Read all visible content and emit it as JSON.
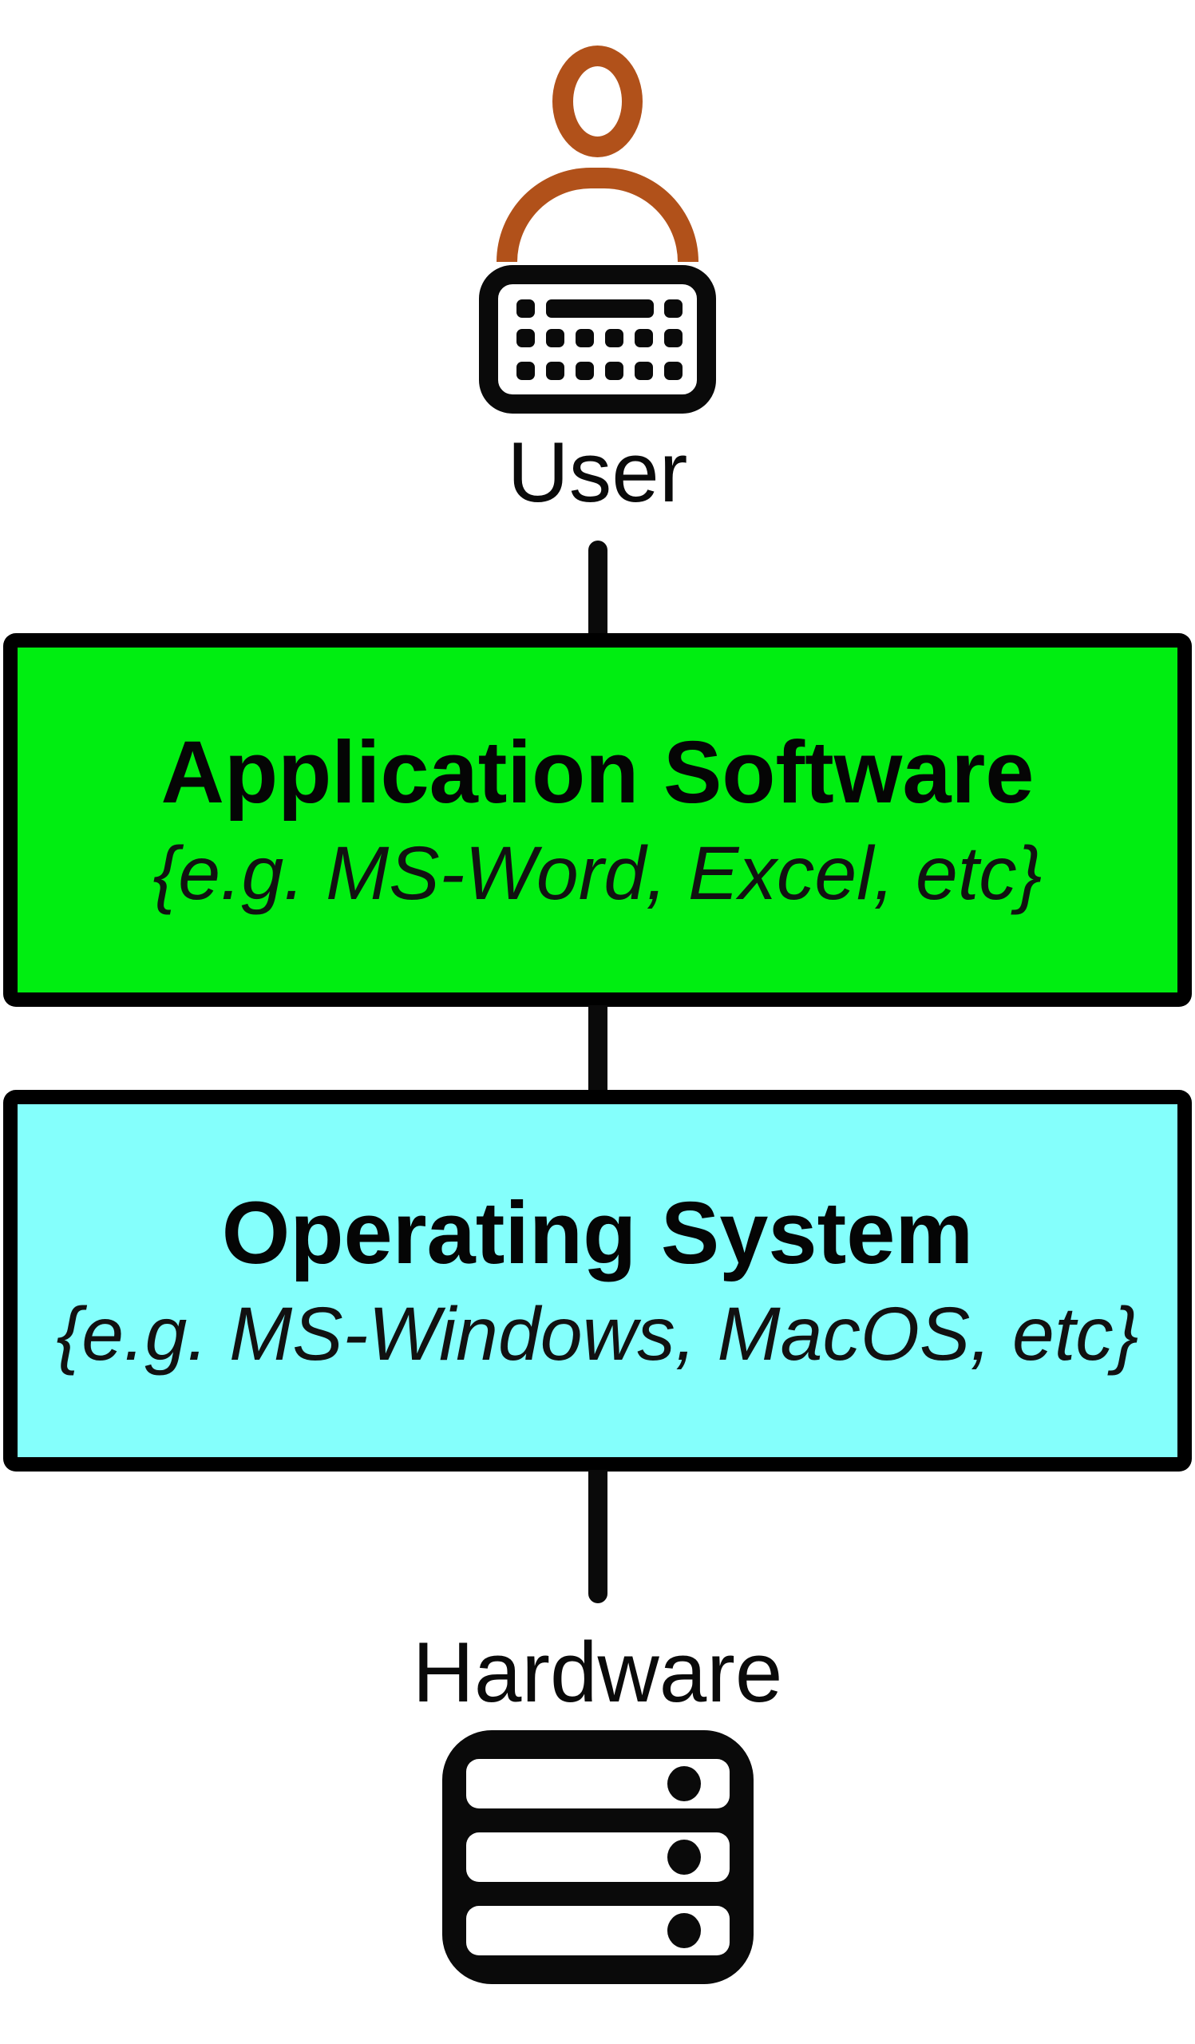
{
  "diagram": {
    "user": {
      "label": "User",
      "icon": "person-keyboard-icon"
    },
    "layers": [
      {
        "id": "application-software",
        "title": "Application Software",
        "subtitle": "{e.g. MS-Word, Excel, etc}",
        "bg": "#00EE11"
      },
      {
        "id": "operating-system",
        "title": "Operating System",
        "subtitle": "{e.g. MS-Windows, MacOS, etc}",
        "bg": "#84FFFC"
      }
    ],
    "hardware": {
      "label": "Hardware",
      "icon": "server-icon"
    },
    "colors": {
      "person": "#B1511A",
      "line": "#0A0A0A",
      "box_border": "#000000",
      "text": "#0A0A0A"
    }
  }
}
